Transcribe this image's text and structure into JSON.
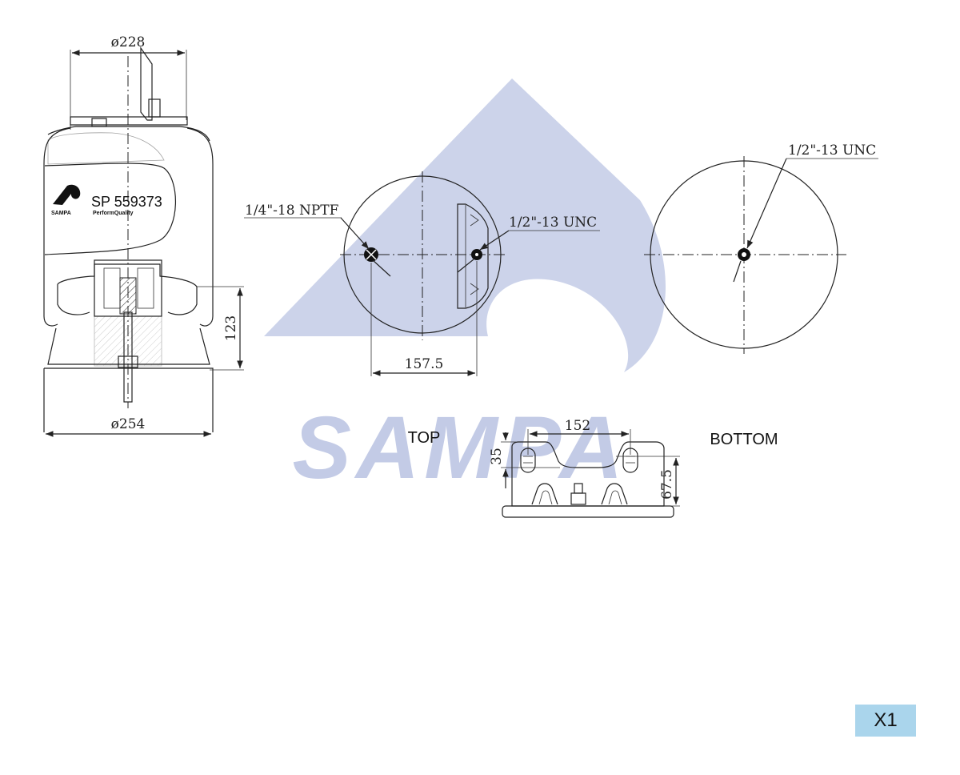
{
  "watermark": {
    "text": "SAMPA",
    "color": "#c3cbe6"
  },
  "product": {
    "code": "SP 559373",
    "brand": "SAMPA",
    "tagline": "PerformQuality"
  },
  "dimensions": {
    "top_diameter": "ø228",
    "bottom_diameter": "ø254",
    "piston_height": "123",
    "hole_spacing": "157.5",
    "bracket_width": "152",
    "bracket_height_small": "35",
    "bracket_height": "67.5"
  },
  "threads": {
    "air_fitting": "1/4\"-18 NPTF",
    "top_stud": "1/2\"-13 UNC",
    "bottom_stud": "1/2\"-13 UNC"
  },
  "views": {
    "top": "TOP",
    "bottom": "BOTTOM"
  },
  "quantity_badge": "X1",
  "colors": {
    "badge_bg": "#aad5ec",
    "line": "#222222"
  }
}
